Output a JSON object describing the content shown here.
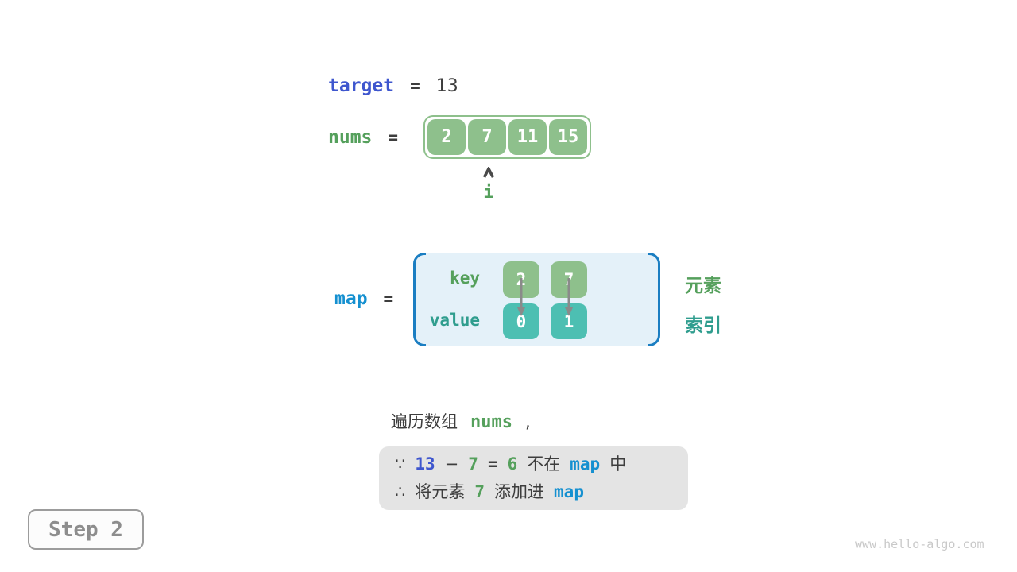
{
  "colors": {
    "royal_blue": "#3E56CE",
    "bright_blue": "#1590D0",
    "green_text": "#55A05C",
    "green_box": "#8EC08C",
    "teal_box": "#4DBFB2",
    "teal_text": "#2F9D8E",
    "map_bg": "#E4F1F9",
    "bracket_blue": "#1B7EC2",
    "note_bg": "#E4E4E4",
    "dark_text": "#3D3D3D"
  },
  "icons": {
    "pointer": "caret-up-icon",
    "map_link": "arrow-down-icon"
  },
  "target_row": {
    "name": "target",
    "equals": "=",
    "value": "13"
  },
  "nums_row": {
    "name": "nums",
    "equals": "=",
    "cells": [
      "2",
      "7",
      "11",
      "15"
    ],
    "pointer": {
      "label": "i",
      "index": 1
    }
  },
  "map_row": {
    "name": "map",
    "equals": "=",
    "key_label": "key",
    "value_label": "value",
    "entries": [
      {
        "key": "2",
        "value": "0"
      },
      {
        "key": "7",
        "value": "1"
      }
    ],
    "element_label": "元素",
    "index_label": "索引"
  },
  "caption": {
    "text": "遍历数组",
    "code": "nums",
    "comma": ","
  },
  "note": {
    "line1": {
      "because": "∵",
      "target": "13",
      "minus": "−",
      "num": "7",
      "equals": "=",
      "result": "6",
      "not_in": "不在",
      "map": "map",
      "suffix": "中"
    },
    "line2": {
      "therefore": "∴",
      "prefix": "将元素",
      "num": "7",
      "suffix": "添加进",
      "map": "map"
    }
  },
  "footer": {
    "step": "Step 2",
    "watermark": "www.hello-algo.com"
  }
}
